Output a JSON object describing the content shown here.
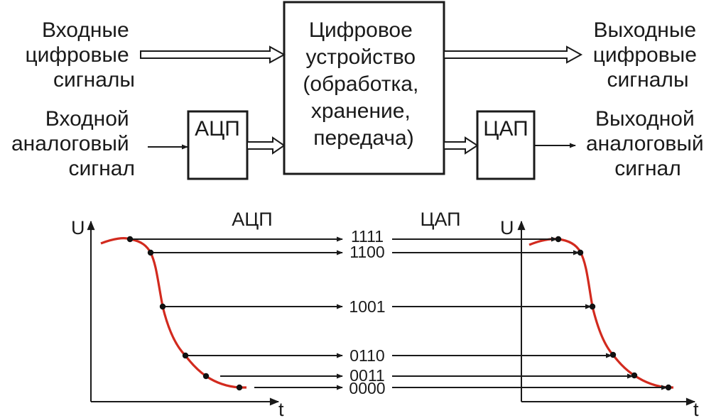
{
  "labels": {
    "input_digital": [
      "Входные",
      "цифровые",
      "сигналы"
    ],
    "input_analog": [
      "Входной",
      "аналоговый",
      "сигнал"
    ],
    "output_digital": [
      "Выходные",
      "цифровые",
      "сигналы"
    ],
    "output_analog": [
      "Выходной",
      "аналоговый",
      "сигнал"
    ],
    "digital_device": [
      "Цифровое",
      "устройство",
      "(обработка,",
      "хранение,",
      "передача)"
    ],
    "adc": "АЦП",
    "dac": "ЦАП"
  },
  "graphs": {
    "adc_title": "АЦП",
    "dac_title": "ЦАП",
    "y_axis": "U",
    "x_axis": "t",
    "codes": [
      "1111",
      "1100",
      "1001",
      "0110",
      "0011",
      "0000"
    ]
  },
  "colors": {
    "curve": "#d22a1e",
    "ink": "#1a1a1a"
  }
}
